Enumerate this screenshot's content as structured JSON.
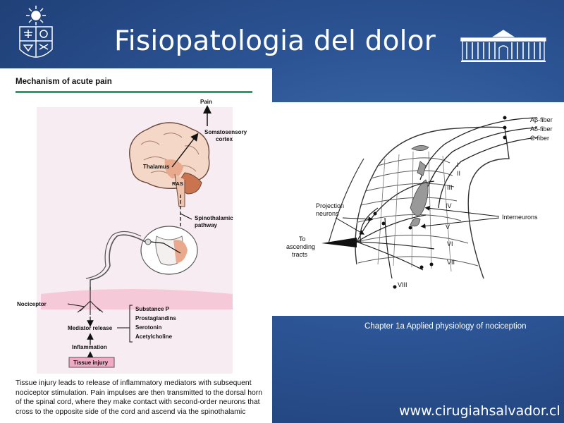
{
  "slide": {
    "title": "Fisiopatologia del dolor",
    "footer_url": "www.cirugiahsalvador.cl",
    "colors": {
      "background": "#2c5494",
      "accent_green": "#2e9c66",
      "tissue_injury_fill": "#f3a8c4",
      "brain_fill": "#f4d7c7"
    }
  },
  "logos": {
    "left_icon": "university-seal-icon",
    "right_icon": "building-facade-icon"
  },
  "left_figure": {
    "header": "Mechanism of acute pain",
    "labels": {
      "pain": "Pain",
      "cortex_line1": "Somatosensory",
      "cortex_line2": "cortex",
      "thalamus": "Thalamus",
      "ras": "RAS",
      "pathway_line1": "Spinothalamic",
      "pathway_line2": "pathway",
      "nociceptor": "Nociceptor",
      "mediator_release": "Mediator release",
      "inflammation": "Inflammation",
      "tissue_injury": "Tissue injury"
    },
    "mediators": [
      "Substance P",
      "Prostaglandins",
      "Serotonin",
      "Acetylcholine"
    ],
    "caption": "Tissue injury leads to release of inflammatory mediators with subsequent nociceptor stimulation. Pain impulses are then transmitted to the dorsal horn of the spinal cord, where they make contact with second-order neurons that cross to the opposite side of the cord and ascend via the spinothalamic"
  },
  "right_figure": {
    "fibers": [
      "Aβ-fiber",
      "Aδ-fiber",
      "C-fiber"
    ],
    "laminae": [
      "I",
      "II",
      "III",
      "IV",
      "V",
      "VI",
      "VII",
      "VIII"
    ],
    "projection_line1": "Projection",
    "projection_line2": "neurons",
    "interneurons": "Interneurons",
    "ascending_line1": "To",
    "ascending_line2": "ascending",
    "ascending_line3": "tracts",
    "caption": "Chapter 1a Applied physiology of nociception"
  }
}
